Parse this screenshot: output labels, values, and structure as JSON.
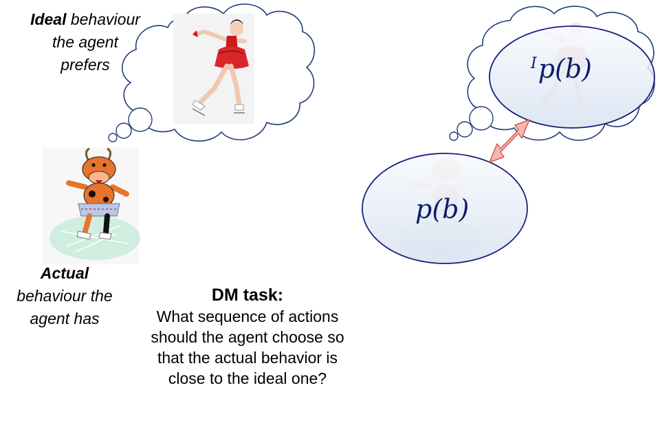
{
  "ideal_caption": {
    "bold": "Ideal",
    "rest_line1": " behaviour",
    "line2": "the agent",
    "line3": "prefers"
  },
  "actual_caption": {
    "bold": "Actual",
    "line2": "behaviour the",
    "line3": "agent has"
  },
  "dm_task": {
    "heading": "DM task:",
    "lines": [
      "What sequence of actions",
      "should the agent choose so",
      "that the actual behavior is",
      "close to the ideal one?"
    ]
  },
  "formulas": {
    "ideal_superscript": "I",
    "ideal_body": "p(b)",
    "actual": "p(b)"
  },
  "colors": {
    "ellipse_stroke": "#1a1f7a",
    "arrow_fill": "#f4b8b0",
    "arrow_stroke": "#d45a4a",
    "cloud_stroke": "#1e3a78"
  }
}
